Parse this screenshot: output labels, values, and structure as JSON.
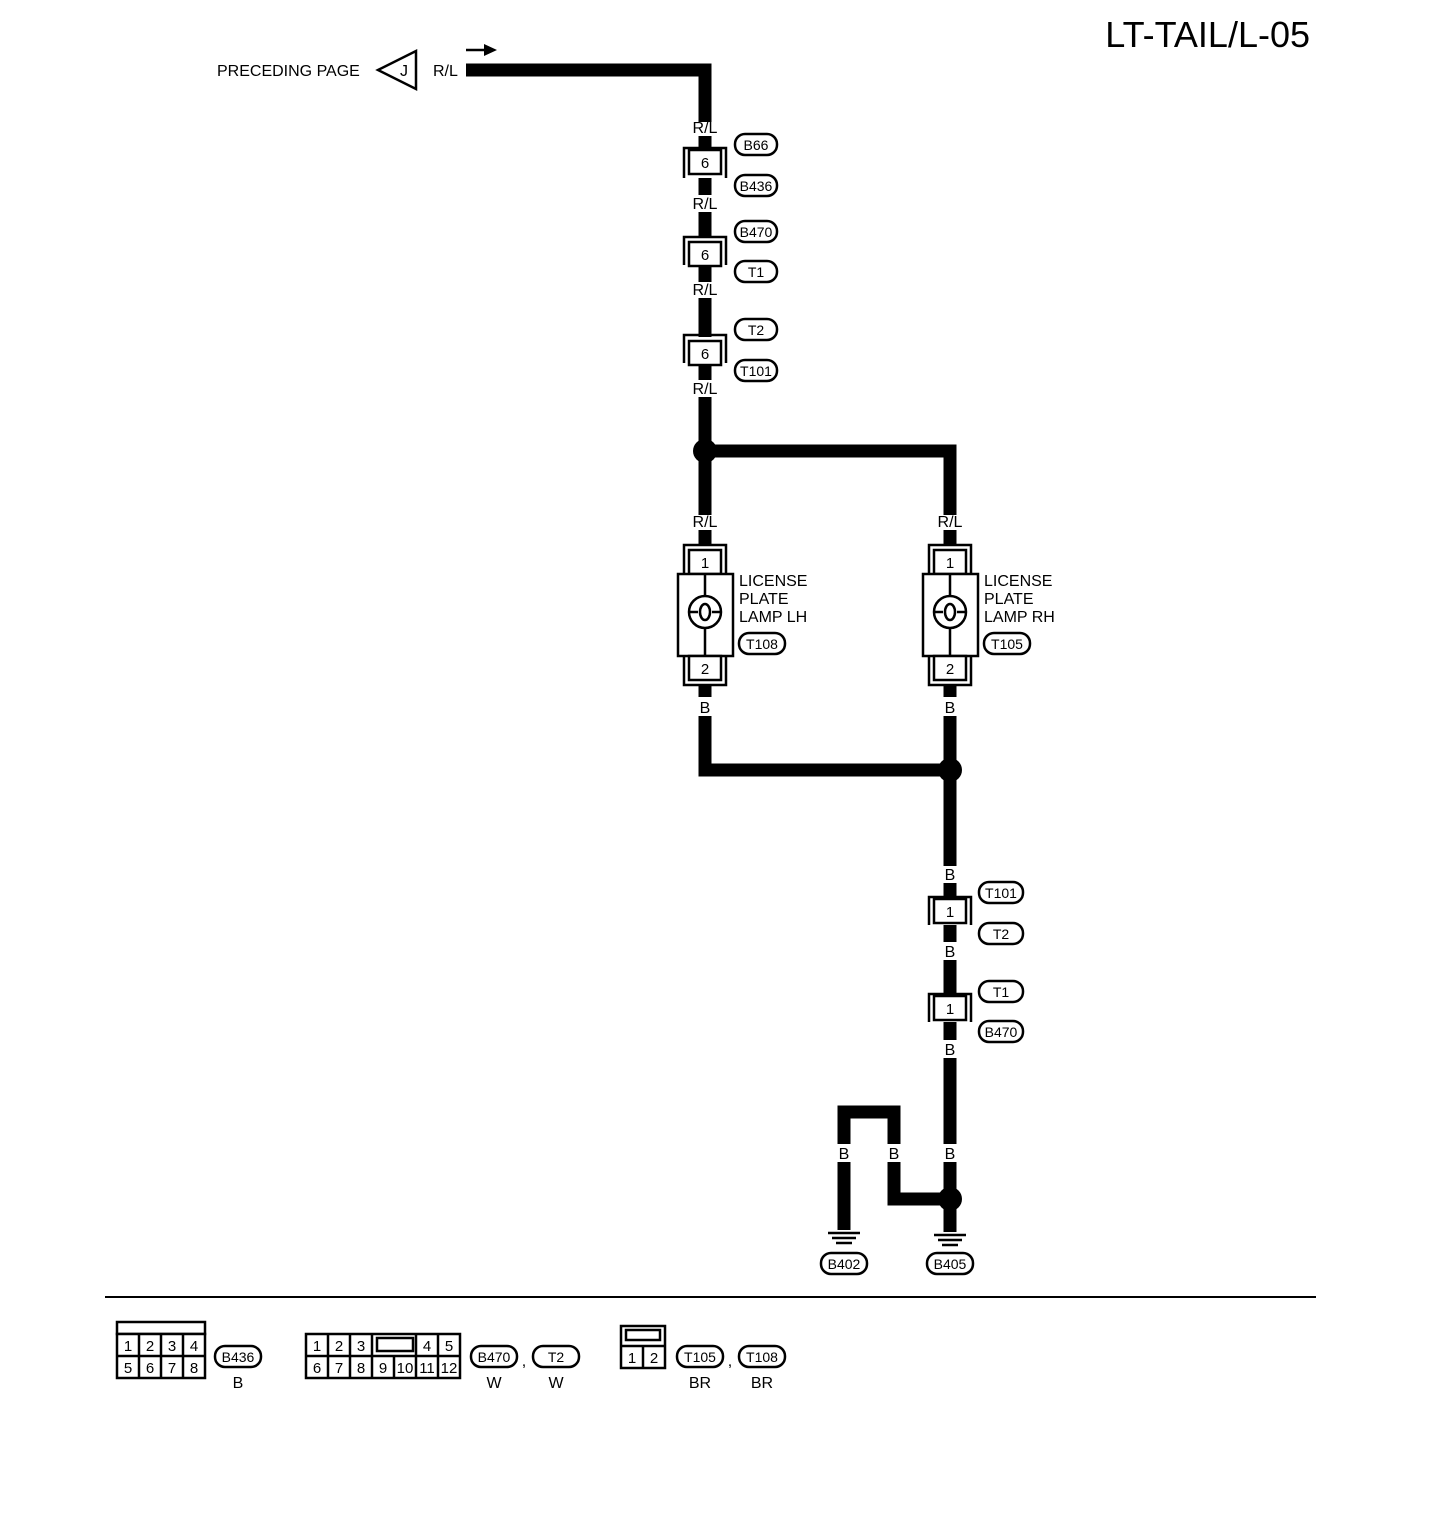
{
  "page_title": "LT-TAIL/L-05",
  "preceding": {
    "label": "PRECEDING PAGE",
    "connector": "J",
    "wire": "R/L"
  },
  "wire_colors": {
    "rl": "R/L",
    "b": "B"
  },
  "connectors": {
    "c1": {
      "pin": "6",
      "top": "B66",
      "bottom": "B436"
    },
    "c2": {
      "pin": "6",
      "top": "B470",
      "bottom": "T1"
    },
    "c3": {
      "pin": "6",
      "top": "T2",
      "bottom": "T101"
    },
    "c4": {
      "pin": "1",
      "top": "T101",
      "bottom": "T2"
    },
    "c5": {
      "pin": "1",
      "top": "T1",
      "bottom": "B470"
    }
  },
  "lamps": {
    "lh": {
      "line1": "LICENSE",
      "line2": "PLATE",
      "line3": "LAMP LH",
      "connector": "T108",
      "pin_top": "1",
      "pin_bottom": "2"
    },
    "rh": {
      "line1": "LICENSE",
      "line2": "PLATE",
      "line3": "LAMP RH",
      "connector": "T105",
      "pin_top": "1",
      "pin_bottom": "2"
    }
  },
  "grounds": {
    "left": "B402",
    "right": "B405"
  },
  "legend": {
    "conn_a": {
      "pins_row1": [
        "1",
        "2",
        "3",
        "4"
      ],
      "pins_row2": [
        "5",
        "6",
        "7",
        "8"
      ],
      "ids": [
        "B436"
      ],
      "colors": [
        "B"
      ]
    },
    "conn_b": {
      "pins_row1": [
        "1",
        "2",
        "3",
        "",
        "4",
        "5"
      ],
      "pins_row2": [
        "6",
        "7",
        "8",
        "9",
        "10",
        "11",
        "12"
      ],
      "ids": [
        "B470",
        "T2"
      ],
      "colors": [
        "W",
        "W"
      ],
      "separator": ","
    },
    "conn_c": {
      "pins_row1": [
        "1",
        "2"
      ],
      "ids": [
        "T105",
        "T108"
      ],
      "colors": [
        "BR",
        "BR"
      ],
      "separator": ","
    }
  }
}
